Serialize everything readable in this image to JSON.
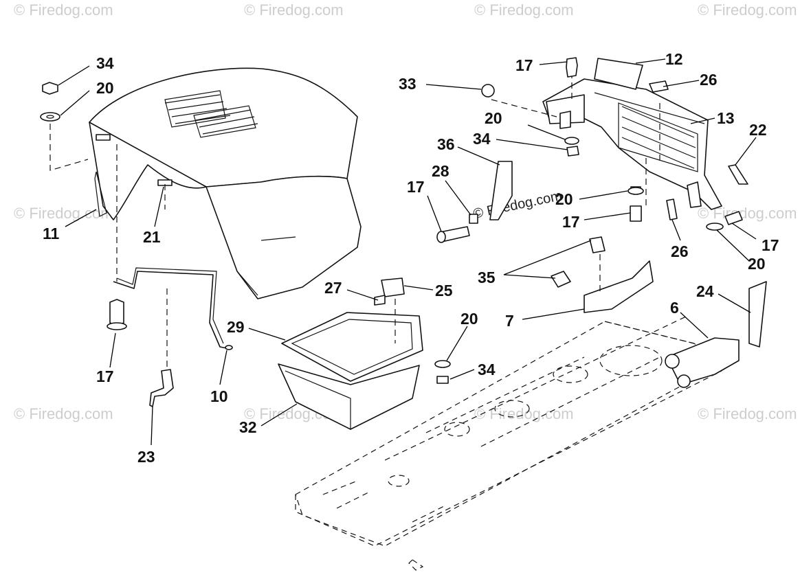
{
  "watermark": "© Firedog.com",
  "callouts": {
    "c34a": "34",
    "c20a": "20",
    "c11": "11",
    "c21": "21",
    "c17a": "17",
    "c10": "10",
    "c23": "23",
    "c17b": "17",
    "c12": "12",
    "c33": "33",
    "c26a": "26",
    "c13": "13",
    "c20b": "20",
    "c34b": "34",
    "c36": "36",
    "c22": "22",
    "c28": "28",
    "c17c": "17",
    "c20c": "20",
    "c17d": "17",
    "c26b": "26",
    "c17e": "17",
    "c20d": "20",
    "c35": "35",
    "c7": "7",
    "c27": "27",
    "c25": "25",
    "c29": "29",
    "c20e": "20",
    "c34c": "34",
    "c32": "32",
    "c6": "6",
    "c24": "24"
  }
}
